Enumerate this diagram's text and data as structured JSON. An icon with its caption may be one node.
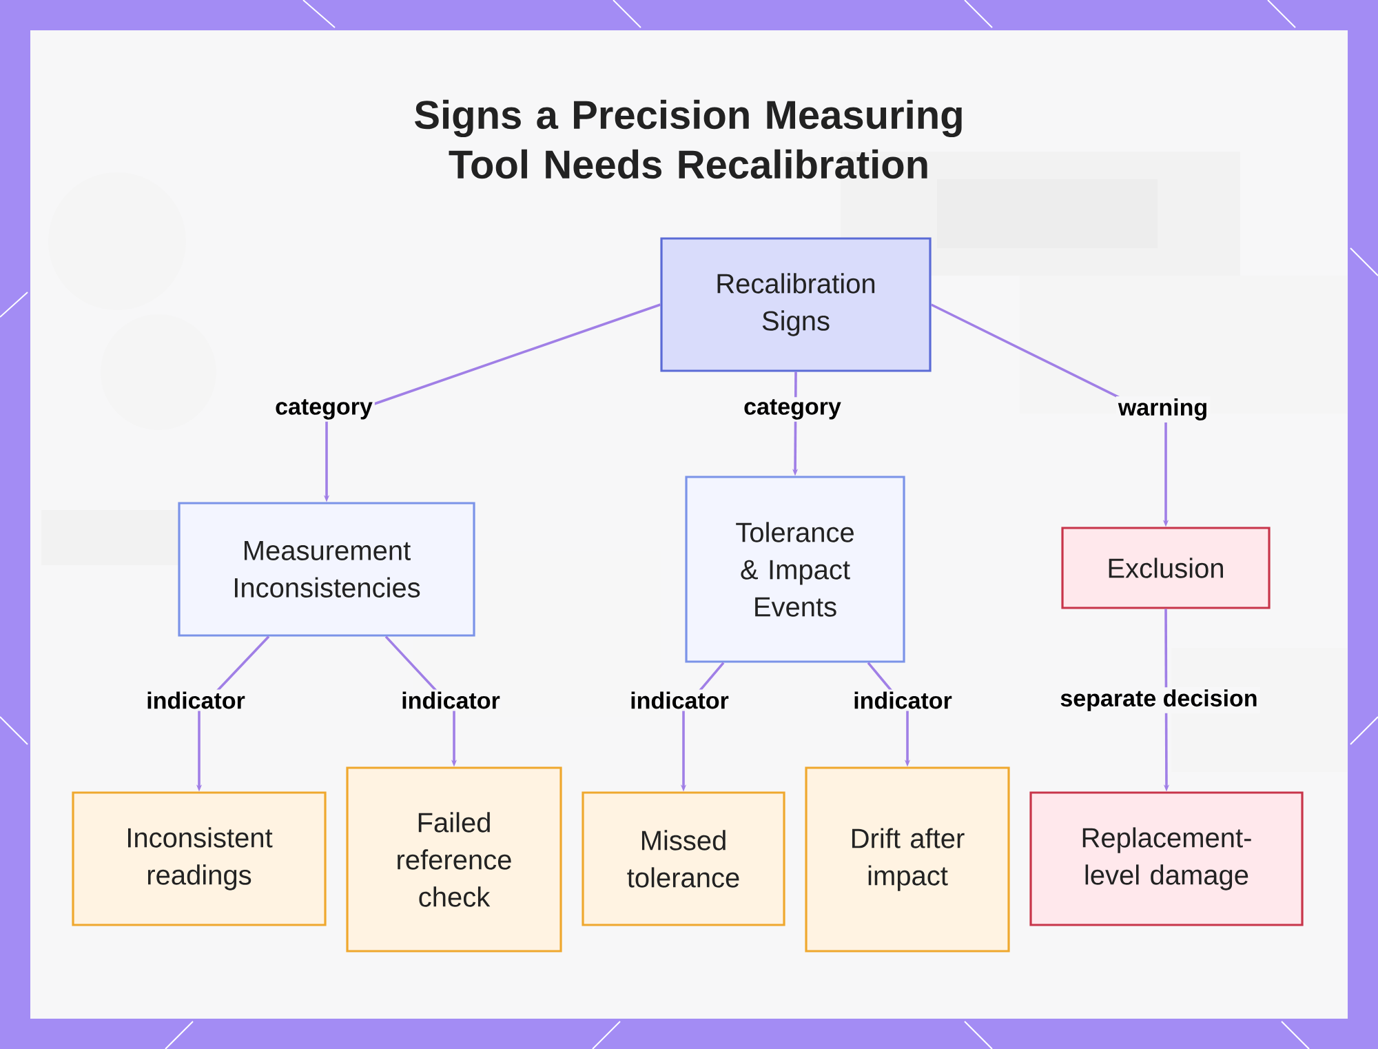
{
  "diagram": {
    "title": "Signs a Precision Measuring Tool Needs Recalibration",
    "nodes": [
      {
        "text": [
          "Recalibration Signs"
        ]
      },
      {
        "text": [
          "Measurement Inconsistencies"
        ]
      },
      {
        "text": [
          "Tolerance & Impact Events"
        ]
      },
      {
        "text": [
          "Exclusion"
        ]
      },
      {
        "text": [
          "Inconsistent readings"
        ]
      },
      {
        "text": [
          "Failed reference check"
        ]
      },
      {
        "text": [
          "Missed tolerance"
        ]
      },
      {
        "text": [
          "Drift after impact"
        ]
      },
      {
        "text": [
          "Replacement-level damage"
        ]
      }
    ],
    "edges": [
      {
        "from": 0,
        "to": 1,
        "arrow": "to",
        "label": "category"
      },
      {
        "from": 0,
        "to": 2,
        "arrow": "to",
        "label": "category"
      },
      {
        "from": 0,
        "to": 3,
        "arrow": "to",
        "label": "warning"
      },
      {
        "from": 1,
        "to": 4,
        "arrow": "to",
        "label": "indicator"
      },
      {
        "from": 1,
        "to": 5,
        "arrow": "to",
        "label": "indicator"
      },
      {
        "from": 2,
        "to": 6,
        "arrow": "to",
        "label": "indicator"
      },
      {
        "from": 2,
        "to": 7,
        "arrow": "to",
        "label": "indicator"
      },
      {
        "from": 3,
        "to": 8,
        "arrow": "to",
        "label": "separate decision"
      }
    ]
  }
}
